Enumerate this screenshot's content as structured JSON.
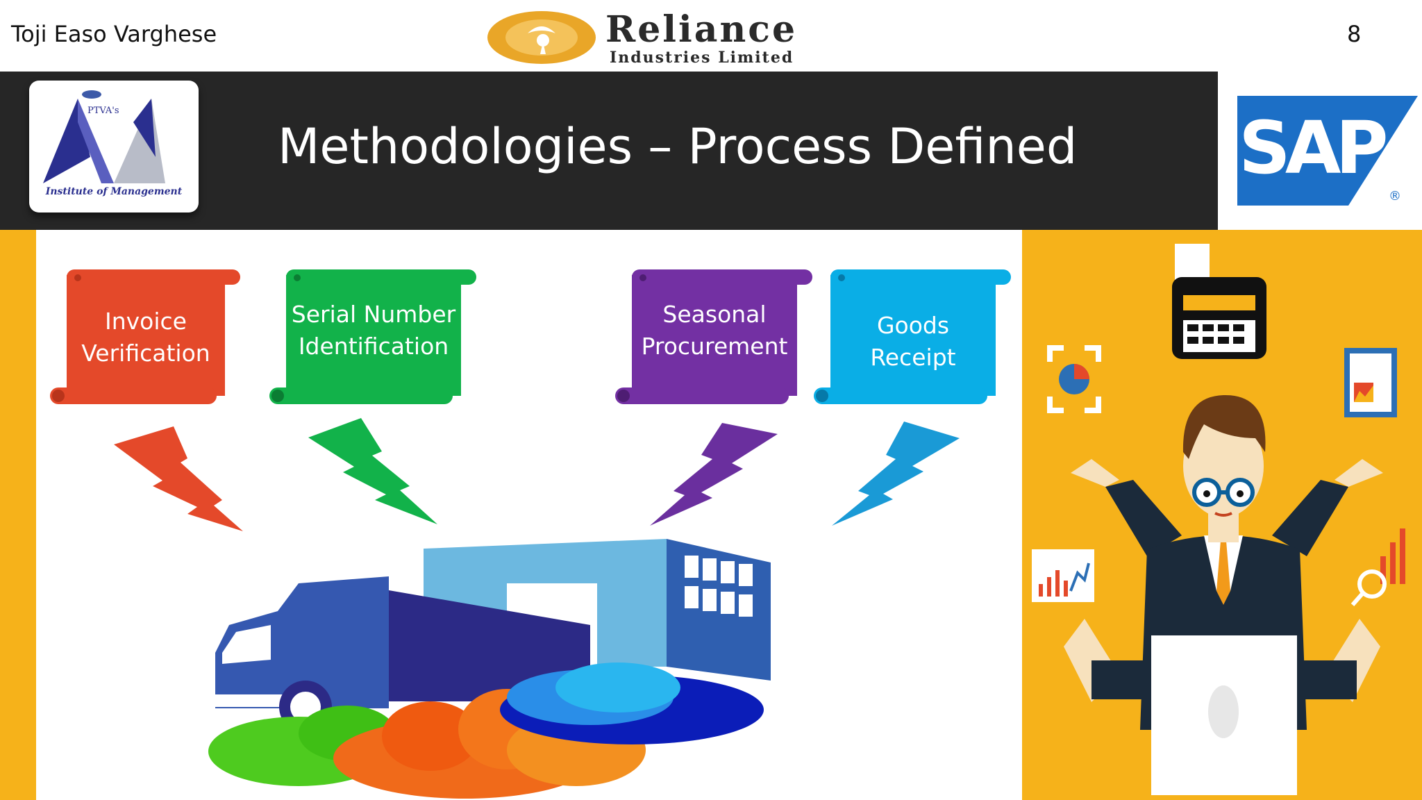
{
  "header": {
    "author": "Toji Easo Varghese",
    "slide_number": "8",
    "reliance_name": "Reliance",
    "reliance_sub": "Industries Limited"
  },
  "title_bar": {
    "title": "Methodologies – Process Defined",
    "ptva_logo_text": "PTVA's",
    "ptva_logo_sub": "Institute of Management",
    "sap_logo_text": "SAP"
  },
  "processes": [
    {
      "line1": "Invoice",
      "line2": "Verification",
      "color": "#e4492a"
    },
    {
      "line1": "Serial Number",
      "line2": "Identification",
      "color": "#12b24a"
    },
    {
      "line1": "Seasonal",
      "line2": "Procurement",
      "color": "#7330a3"
    },
    {
      "line1": "Goods",
      "line2": "Receipt",
      "color": "#0aaee6"
    }
  ],
  "colors": {
    "title_bar": "#262626",
    "accent_yellow": "#f6b21a",
    "sap_blue": "#1c6fc6"
  }
}
